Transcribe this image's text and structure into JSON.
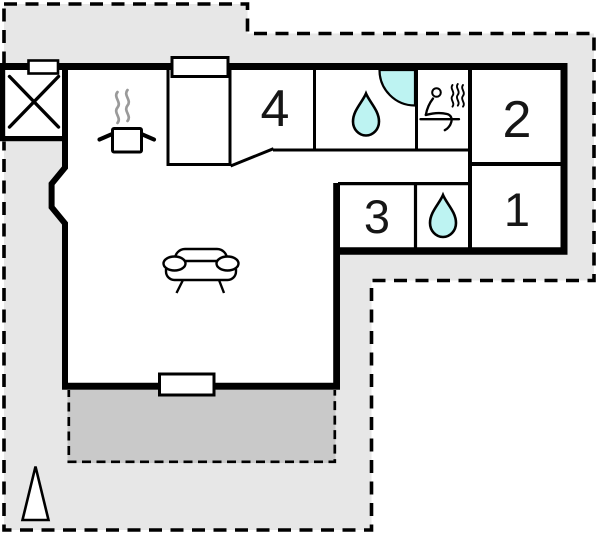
{
  "plan": {
    "type": "vacation-house-floor-plan",
    "rooms": [
      {
        "id": "room-4",
        "label": "4"
      },
      {
        "id": "room-2",
        "label": "2"
      },
      {
        "id": "room-1",
        "label": "1"
      },
      {
        "id": "room-3",
        "label": "3"
      }
    ],
    "icons": [
      "crossed-square-icon",
      "cooking-pot-icon",
      "steam-icon",
      "sofa-icon",
      "shower-quarter-circle-icon",
      "water-drop-icon",
      "sauna-person-icon",
      "north-arrow-icon",
      "window"
    ],
    "colors": {
      "plot_gray": "#e7e7e7",
      "terrace_gray": "#c9c9c9",
      "water_cyan": "#bdf3f2",
      "wall_black": "#000000",
      "steam_gray": "#9a9a9a",
      "outside_white": "#ffffff"
    }
  }
}
